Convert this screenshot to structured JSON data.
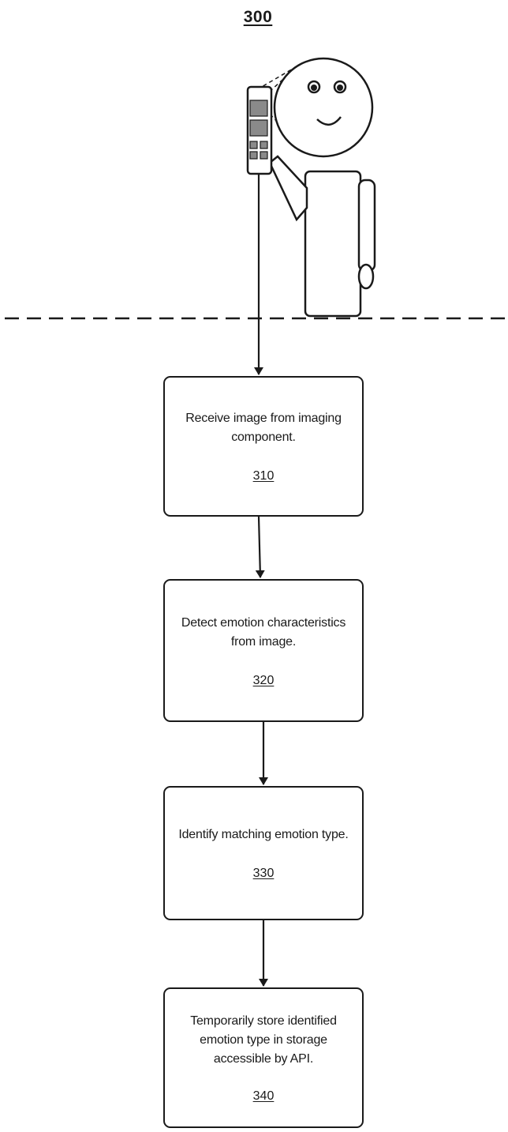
{
  "figure": {
    "number": "300"
  },
  "steps": [
    {
      "text": "Receive image from imaging component.",
      "ref": "310"
    },
    {
      "text": "Detect emotion characteristics from image.",
      "ref": "320"
    },
    {
      "text": "Identify matching emotion type.",
      "ref": "330"
    },
    {
      "text": "Temporarily store identified emotion type in storage accessible by API.",
      "ref": "340"
    }
  ]
}
